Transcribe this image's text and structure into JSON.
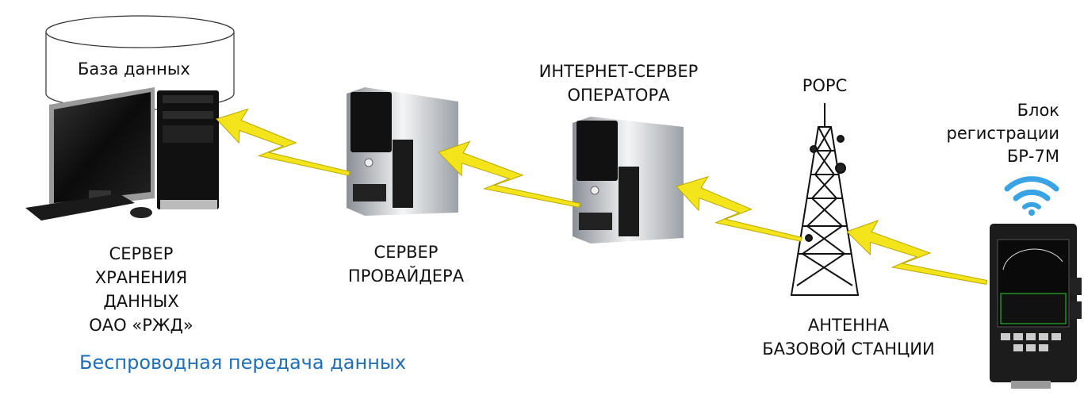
{
  "database": {
    "label": "База данных"
  },
  "nodes": {
    "storage_server": {
      "lines": [
        "СЕРВЕР",
        "ХРАНЕНИЯ",
        "ДАННЫХ",
        "ОАО «РЖД»"
      ]
    },
    "provider_server": {
      "lines": [
        "СЕРВЕР",
        "ПРОВАЙДЕРА"
      ]
    },
    "operator_server": {
      "lines": [
        "ИНТЕРНЕТ-СЕРВЕР",
        "ОПЕРАТОРА"
      ]
    },
    "tower": {
      "top_label": "РОРС",
      "lines": [
        "АНТЕННА",
        "БАЗОВОЙ СТАНЦИИ"
      ]
    },
    "device": {
      "lines": [
        "Блок",
        "регистрации",
        "БР-7М"
      ]
    }
  },
  "caption": "Беспроводная передача данных",
  "colors": {
    "bolt": "#f3e41c",
    "bolt_stroke": "#b9a800",
    "caption": "#1f6fb8",
    "wifi": "#3aa3e3"
  }
}
